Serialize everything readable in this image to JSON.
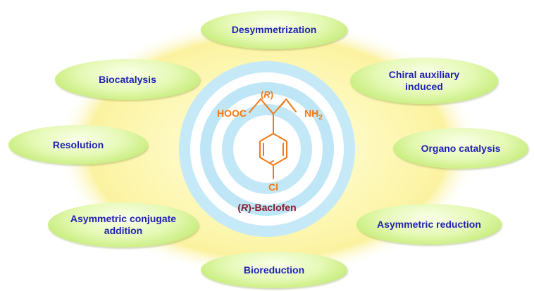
{
  "center": {
    "labels": {
      "stereo": "R",
      "acid": "HOOC",
      "amine": "NH",
      "amine_sub": "2",
      "halogen": "Cl"
    },
    "caption": {
      "prefix": "R",
      "name": "-Baclofen"
    }
  },
  "methods": [
    {
      "name": "Desymmetrization"
    },
    {
      "name": "Biocatalysis"
    },
    {
      "name": "Chiral auxiliary induced"
    },
    {
      "name": "Resolution"
    },
    {
      "name": "Organo catalysis"
    },
    {
      "name": "Asymmetric conjugate addition"
    },
    {
      "name": "Asymmetric reduction"
    },
    {
      "name": "Bioreduction"
    }
  ],
  "colors": {
    "molecule": "#f07a16",
    "caption": "#8a1c2c",
    "method_text": "#1f1fb4",
    "ring_blue": "#bfe6f6",
    "background_glow": "#fbf6a8"
  }
}
